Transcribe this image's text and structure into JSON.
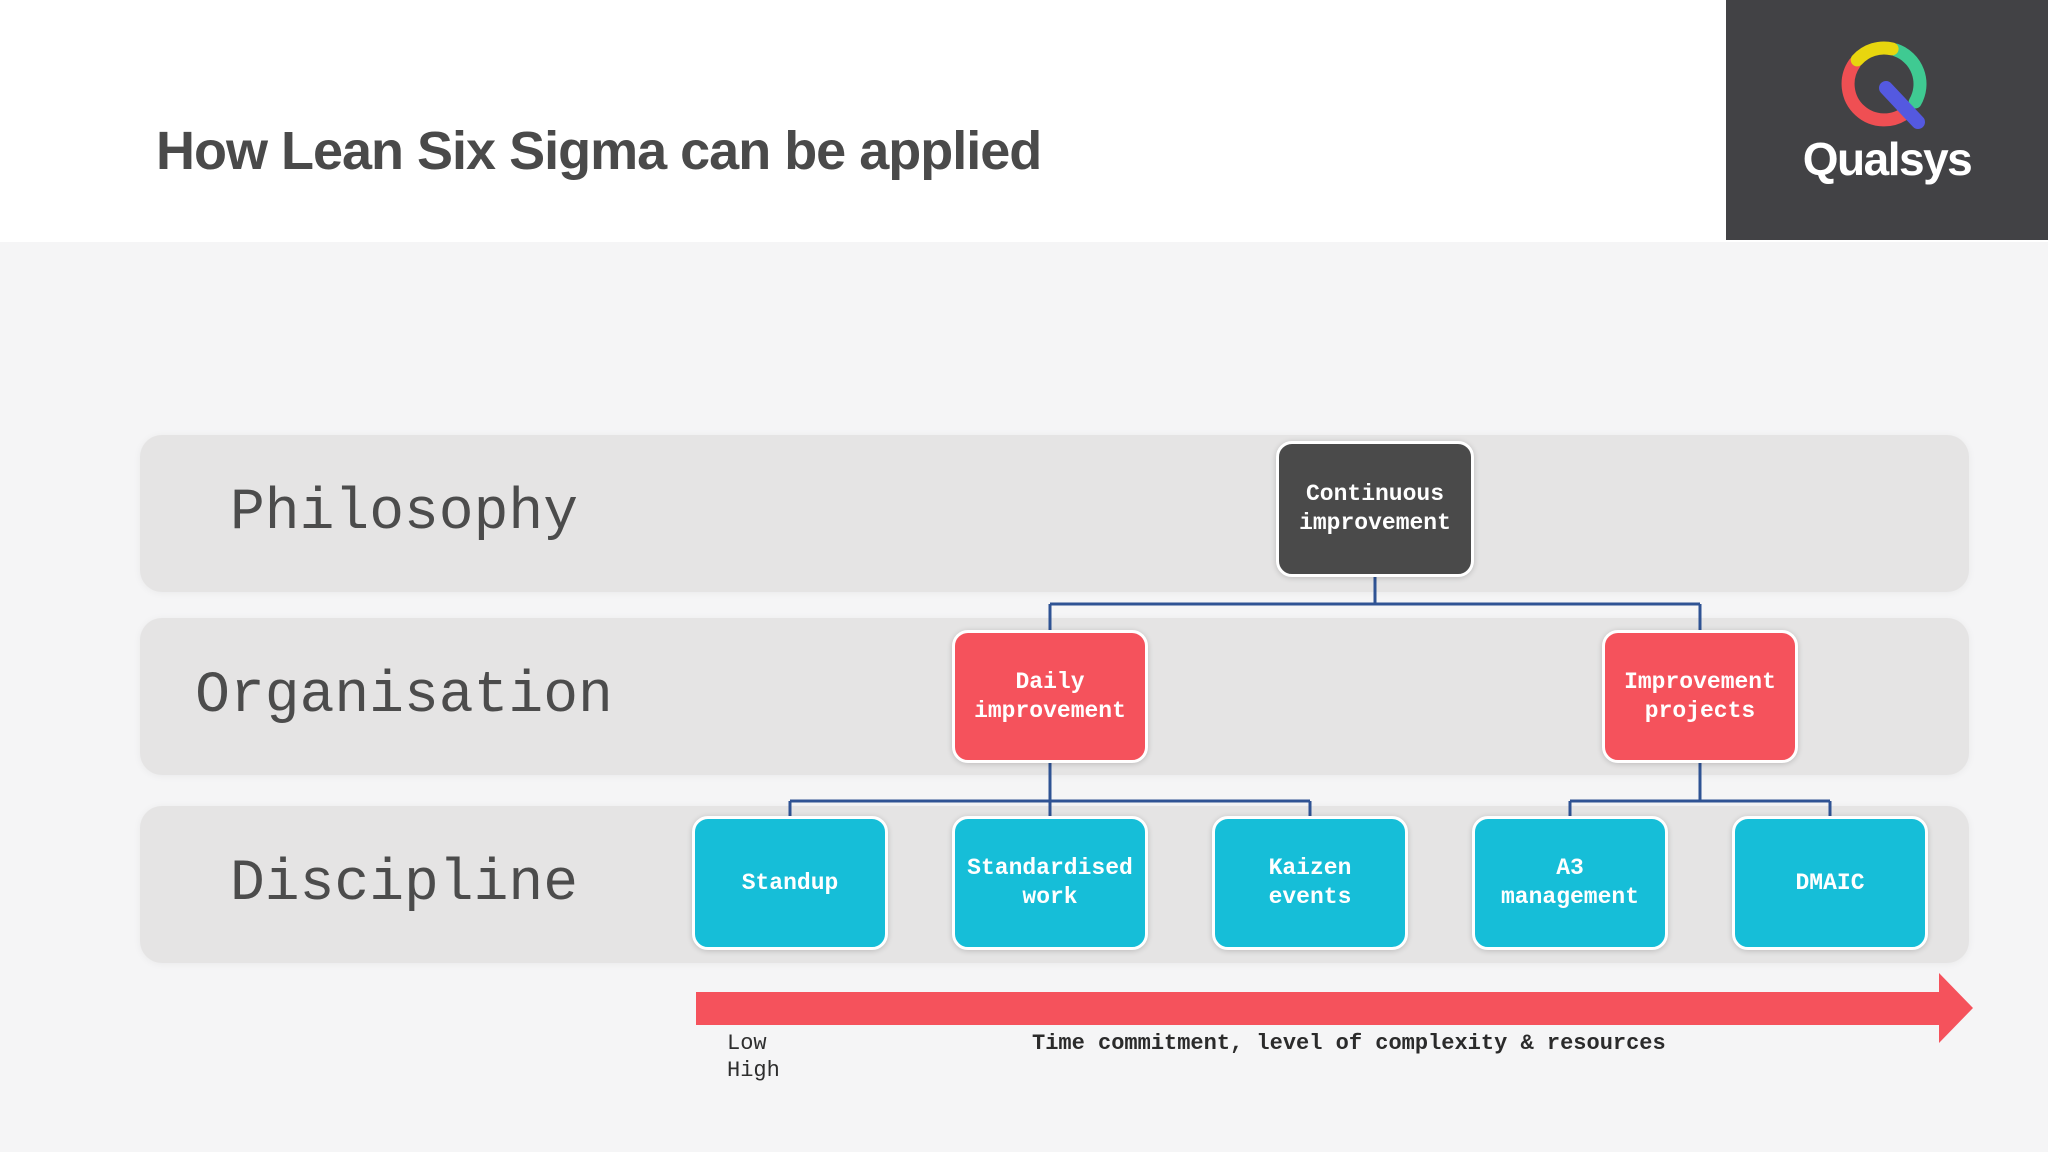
{
  "header": {
    "title": "How Lean Six Sigma can be applied"
  },
  "logo": {
    "brand": "Qualsys",
    "icon": "q-ring-icon",
    "colors": {
      "background": "#424245",
      "yellow": "#e8d60e",
      "green": "#3fca92",
      "red": "#ef4f53",
      "blue": "#5459e0",
      "text": "#ffffff"
    }
  },
  "rows": [
    {
      "label": "Philosophy"
    },
    {
      "label": "Organisation"
    },
    {
      "label": "Discipline"
    }
  ],
  "nodes": {
    "continuous_improvement": {
      "label": "Continuous improvement",
      "color": "#4a4a4a",
      "row": "Philosophy"
    },
    "daily_improvement": {
      "label": "Daily improvement",
      "color": "#f5525c",
      "row": "Organisation"
    },
    "improvement_projects": {
      "label": "Improvement projects",
      "color": "#f5525c",
      "row": "Organisation"
    },
    "standup": {
      "label": "Standup",
      "color": "#16bed8",
      "row": "Discipline"
    },
    "standardised_work": {
      "label": "Standardised work",
      "color": "#16bed8",
      "row": "Discipline"
    },
    "kaizen_events": {
      "label": "Kaizen events",
      "color": "#16bed8",
      "row": "Discipline"
    },
    "a3_management": {
      "label": "A3 management",
      "color": "#16bed8",
      "row": "Discipline"
    },
    "dmaic": {
      "label": "DMAIC",
      "color": "#16bed8",
      "row": "Discipline"
    }
  },
  "edges": [
    [
      "continuous_improvement",
      "daily_improvement"
    ],
    [
      "continuous_improvement",
      "improvement_projects"
    ],
    [
      "daily_improvement",
      "standup"
    ],
    [
      "daily_improvement",
      "standardised_work"
    ],
    [
      "daily_improvement",
      "kaizen_events"
    ],
    [
      "improvement_projects",
      "a3_management"
    ],
    [
      "improvement_projects",
      "dmaic"
    ]
  ],
  "arrow": {
    "low_label": "Low",
    "high_label": "High",
    "caption": "Time commitment, level of complexity & resources",
    "color": "#f5525c"
  },
  "palette": {
    "page_background": "#f5f5f6",
    "header_background": "#ffffff",
    "band_background": "#e5e4e4",
    "connector": "#2f5394",
    "title_text": "#4a4a4a"
  }
}
